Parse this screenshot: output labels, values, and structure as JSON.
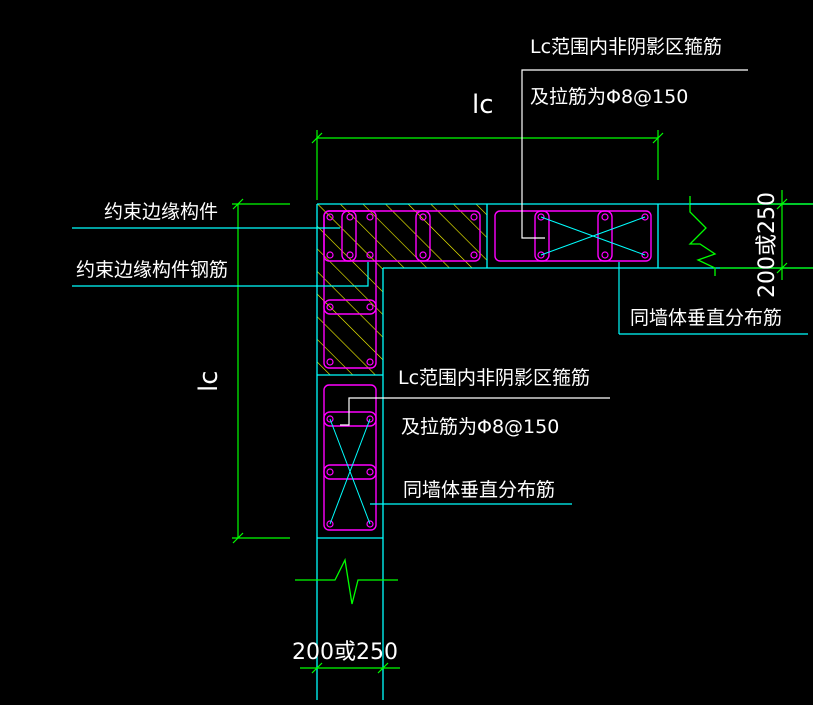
{
  "labels": {
    "top_callout_line1": "Lc范围内非阴影区箍筋",
    "top_callout_line2": "及拉筋为Φ8@150",
    "top_dim_lc": "lc",
    "left_dim_lc": "lc",
    "edge_member": "约束边缘构件",
    "edge_member_rebar": "约束边缘构件钢筋",
    "right_wall_thickness": "200或250",
    "right_vertical_rebar": "同墙体垂直分布筋",
    "mid_callout_line1": "Lc范围内非阴影区箍筋",
    "mid_callout_line2": "及拉筋为Φ8@150",
    "mid_vertical_rebar": "同墙体垂直分布筋",
    "bottom_wall_thickness": "200或250"
  },
  "colors": {
    "background": "#000000",
    "outline": "#00ffff",
    "rebar": "#ff00ff",
    "dimension": "#00ff00",
    "hatch": "#ffff00",
    "leader": "#ffffff",
    "text": "#ffffff"
  }
}
